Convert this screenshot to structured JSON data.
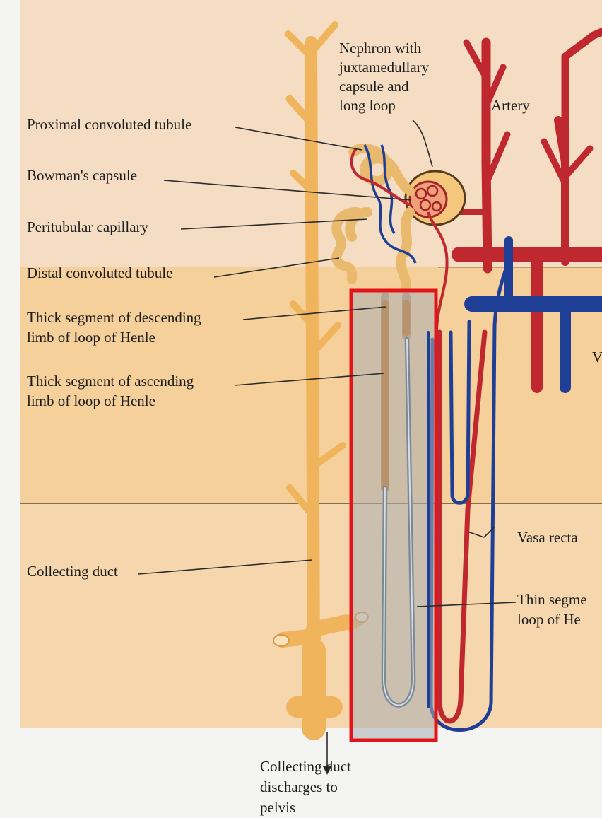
{
  "labels": {
    "nephron_line1": "Nephron with",
    "nephron_line2": "juxtamedullary",
    "nephron_line3": "capsule and",
    "nephron_line4": "long loop",
    "artery": "Artery",
    "proximal": "Proximal convoluted tubule",
    "bowman": "Bowman's capsule",
    "peritubular": "Peritubular capillary",
    "distal": "Distal convoluted tubule",
    "thick_desc_line1": "Thick segment of descending",
    "thick_desc_line2": "limb of loop of Henle",
    "thick_asc_line1": "Thick segment of ascending",
    "thick_asc_line2": "limb of loop of Henle",
    "collecting_duct": "Collecting duct",
    "vasa_recta": "Vasa recta",
    "thin_line1": "Thin segme",
    "thin_line2": "loop of He",
    "vein_partial": "V",
    "pelvis_line1": "Collecting duct",
    "pelvis_line2": "discharges to",
    "pelvis_line3": "pelvis"
  },
  "colors": {
    "cortex": "#f5ddc3",
    "medulla_outer": "#f5d09a",
    "medulla_inner": "#f6d7ad",
    "duct": "#f0b45c",
    "artery": "#c0282f",
    "vein": "#1f3f97",
    "highlight_box": "#e3151a",
    "highlight_fill": "#a7adb2"
  }
}
